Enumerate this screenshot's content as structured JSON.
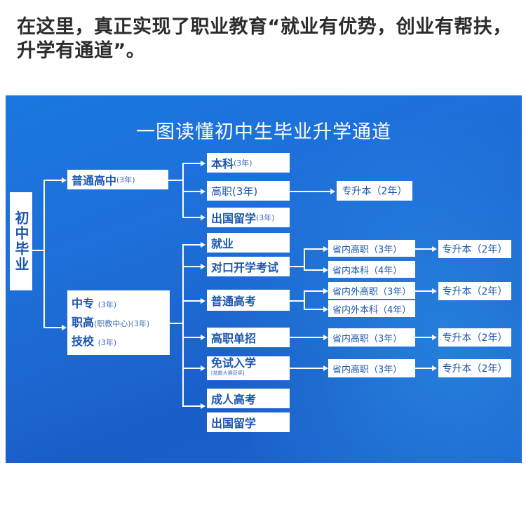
{
  "headline": "在这里，真正实现了职业教育“就业有优势，创业有帮扶，升学有通道”。",
  "diagram": {
    "title": "一图读懂初中生毕业升学通道",
    "root": "初中毕业",
    "branch_a": {
      "label": "普通高中",
      "note": "(3年)"
    },
    "a_options": [
      {
        "label": "本科",
        "note": "(3年)"
      },
      {
        "label": "高职",
        "note": "(3年)"
      },
      {
        "label": "出国留学",
        "note": "(3年)"
      }
    ],
    "zsb": "专升本（2年）",
    "branch_b": [
      {
        "label": "中专",
        "note": "(3年)"
      },
      {
        "label": "职高",
        "note": "(职教中心)(3年)"
      },
      {
        "label": "技校",
        "note": "(3年)"
      }
    ],
    "b_options": {
      "jiuye": "就业",
      "duikou": "对口开学考试",
      "putong": "普通高考",
      "danzhao": "高职单招",
      "mianshi": "免试入学",
      "mianshi_note": "[技能大赛获奖]",
      "chengren": "成人高考",
      "chuguo": "出国留学"
    },
    "targets": {
      "sn_gz": "省内高职（3年）",
      "sn_bk": "省内本科（4年）",
      "snw_gz": "省内外高职（3年）",
      "snw_bk": "省内外本科（4年）"
    }
  }
}
